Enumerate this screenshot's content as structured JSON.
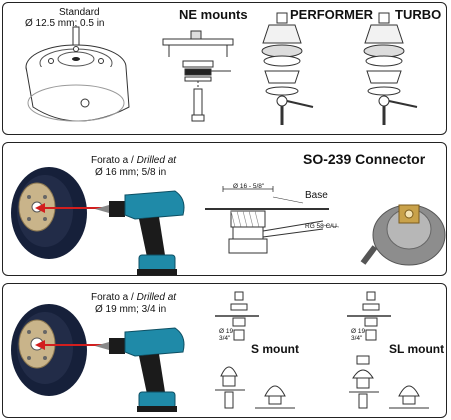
{
  "panel1": {
    "standard_label": "Standard",
    "standard_size": "Ø 12.5 mm; 0.5 in",
    "ne_mounts": "NE mounts",
    "performer": "PERFORMER",
    "turbo": "TURBO"
  },
  "panel2": {
    "drill_label_it": "Forato a /",
    "drill_label_en": "Drilled at",
    "drill_size": "Ø 16 mm; 5/8 in",
    "connector_title": "SO-239 Connector",
    "dim_label": "Ø 16 - 5/8\"",
    "base_label": "Base",
    "cable_label": "RG 58 C/U"
  },
  "panel3": {
    "drill_label_it": "Forato a /",
    "drill_label_en": "Drilled at",
    "drill_size": "Ø 19 mm; 3/4 in",
    "s_mount": "S mount",
    "sl_mount": "SL mount",
    "s_dim1": "Ø 19",
    "s_dim2": "3/4\"",
    "sl_dim1": "Ø 19",
    "sl_dim2": "3/4\""
  },
  "colors": {
    "drill_body": "#1f8aa8",
    "drill_dark": "#1b1b1b",
    "arrow": "#d21e1e",
    "pad": "#16203a",
    "plate": "#c9b48a"
  }
}
